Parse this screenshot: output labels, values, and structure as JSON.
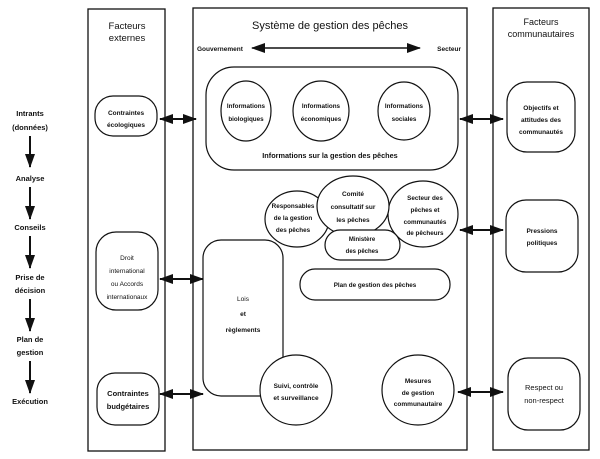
{
  "process_steps": [
    {
      "line1": "Intrants",
      "line2": "(données)"
    },
    {
      "line1": "Analyse",
      "line2": ""
    },
    {
      "line1": "Conseils",
      "line2": ""
    },
    {
      "line1": "Prise de",
      "line2": "décision"
    },
    {
      "line1": "Plan de",
      "line2": "gestion"
    },
    {
      "line1": "Exécution",
      "line2": ""
    }
  ],
  "external": {
    "title1": "Facteurs",
    "title2": "externes",
    "items": [
      {
        "lines": [
          "Contraintes",
          "écologiques"
        ]
      },
      {
        "lines": [
          "Droit",
          "international",
          "ou Accords",
          "internationaux"
        ]
      },
      {
        "lines": [
          "Contraintes",
          "budgétaires"
        ]
      }
    ]
  },
  "system": {
    "title": "Système de gestion des pêches",
    "axis_left": "Gouvernement",
    "axis_right": "Secteur",
    "info_group_label": "Informations sur la gestion des pêches",
    "info": [
      {
        "lines": [
          "Informations",
          "biologiques"
        ]
      },
      {
        "lines": [
          "Informations",
          "économiques"
        ]
      },
      {
        "lines": [
          "Informations",
          "sociales"
        ]
      }
    ],
    "responsables": [
      "Responsables",
      "de la gestion",
      "des pêches"
    ],
    "comite": [
      "Comité",
      "consultatif sur",
      "les pêches"
    ],
    "secteur": [
      "Secteur des",
      "pêches et",
      "communautés",
      "de pêcheurs"
    ],
    "ministere": [
      "Ministère",
      "des pêches"
    ],
    "plan": "Plan de gestion des pêches",
    "lois": [
      "Lois",
      "et",
      "règlements"
    ],
    "suivi": [
      "Suivi, contrôle",
      "et surveillance"
    ],
    "mesures": [
      "Mesures",
      "de gestion",
      "communautaire"
    ]
  },
  "community": {
    "title1": "Facteurs",
    "title2": "communautaires",
    "items": [
      {
        "lines": [
          "Objectifs et",
          "attitudes des",
          "communautés"
        ]
      },
      {
        "lines": [
          "Pressions",
          "politiques"
        ]
      },
      {
        "lines": [
          "Respect ou",
          "non-respect"
        ]
      }
    ]
  }
}
